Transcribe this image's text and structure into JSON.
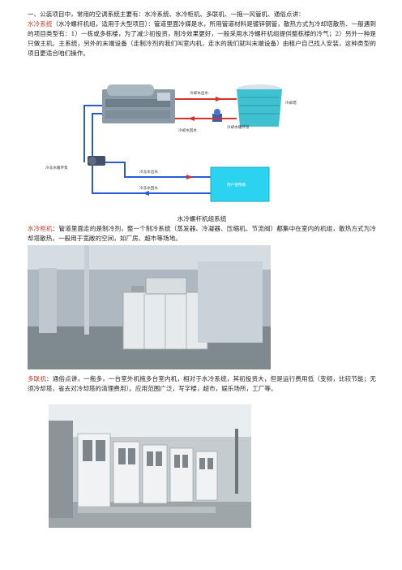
{
  "intro": "一、公装项目中，常用的空调系统主要有：水冷系统、水冷柜机、多联机、一拖一风管机、通俗点讲：",
  "water_system": {
    "term": "水冷系统",
    "text": "（水冷螺杆机组，适用于大型项目）：管道里面冷媒是水，所用管道材料是镀锌钢管，散热方式为冷却塔散热．一般遇到的项目类型有：1）一栋或多栋楼，为了减少初投资，制冷效果更好，一般采用水冷螺杆机组提供整栋楼的冷气；2）另外一种是只做主机、主系统，另外的末端设备（走制冷剂的我们叫室内机，走水的我们就叫末端设备）由租户自己找人安装，这种类型的项目更适合咱们操作。"
  },
  "diagram": {
    "labels": {
      "cooling_out": "冷却水出水",
      "cooling_tower": "冷却塔",
      "cooling_pump": "冷却水循环泵",
      "cooling_return": "冷却水回水",
      "chilled_pump": "冷冻水循环泵",
      "chilled_out": "冷冻水出水",
      "chilled_return": "冷冻水回水",
      "user_end": "用户使用端"
    },
    "caption": "水冷螺杆机组系统"
  },
  "cabinet": {
    "term": "水冷柜机",
    "text": "：管道里面走的是制冷剂，整一个制冷系统（蒸发器、冷凝器、压缩机、节流阀）都集中在室内的机组，散热方式为冷却塔散热，一般用于宽敞的空间，如厂房、超市等场地。"
  },
  "vrf": {
    "term": "多联机",
    "text": "：通俗点讲，一拖多，一台室外机拖多台室内机，相对于水冷系统，其初投资大，但是运行费用低（变频，比较节能；无须冷却塔，省去对冷却塔的清理费用）。应用范围广泛，写字楼，超市，娱乐场所，工厂等。"
  },
  "colors": {
    "accent": "#c0392b",
    "pipe_red": "#d9302b",
    "pipe_blue": "#2a5bd7",
    "tower": "#2fb7c8",
    "user": "#2bd3f0"
  }
}
